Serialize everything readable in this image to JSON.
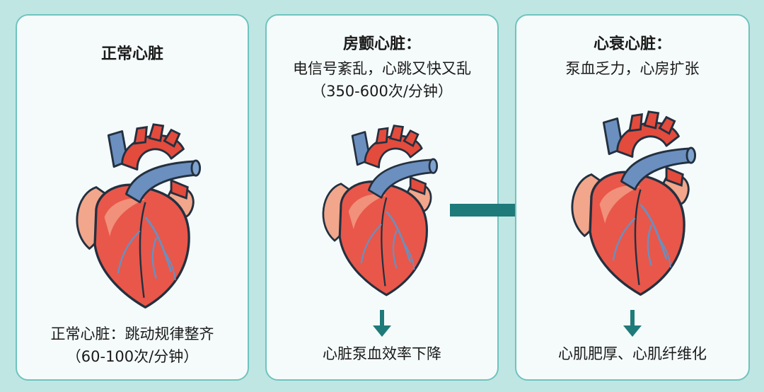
{
  "panels": [
    {
      "title": "正常心脏",
      "caption_line1": "正常心脏：跳动规律整齐",
      "caption_line2": "（60-100次/分钟）"
    },
    {
      "title": "房颤心脏：",
      "subtitle_line1": "电信号紊乱，心跳又快又乱",
      "subtitle_line2": "（350-600次/分钟）",
      "caption": "心脏泵血效率下降"
    },
    {
      "title": "心衰心脏：",
      "subtitle_line1": "泵血乏力，心房扩张",
      "caption": "心肌肥厚、心肌纤维化"
    }
  ],
  "icons": {
    "heart": "heart-illustration-icon",
    "down_arrow": "arrow-down-icon",
    "right_arrow": "arrow-right-icon"
  },
  "colors": {
    "background": "#bfe6e3",
    "panel_border": "#6fc3bf",
    "arrow": "#1f7a7a",
    "heart_red": "#e8574a",
    "vessel_blue": "#6b8fbf"
  }
}
